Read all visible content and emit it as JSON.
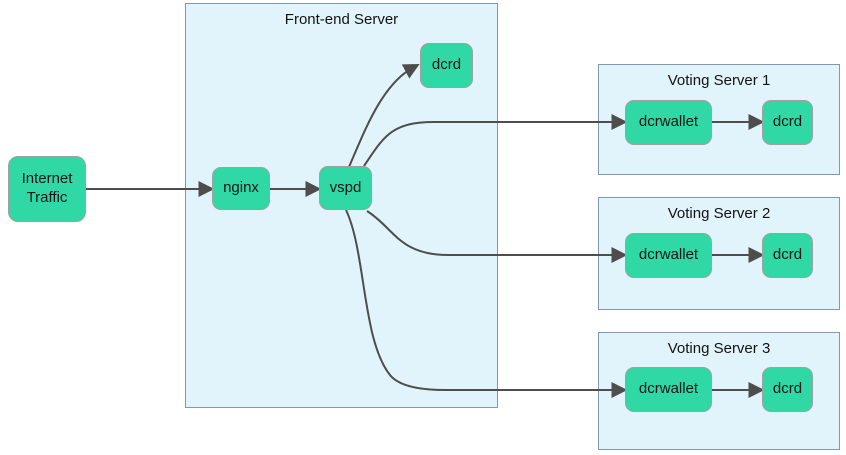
{
  "diagram": {
    "containers": {
      "front_end": {
        "title": "Front-end Server"
      },
      "voting_server_1": {
        "title": "Voting Server 1"
      },
      "voting_server_2": {
        "title": "Voting Server 2"
      },
      "voting_server_3": {
        "title": "Voting Server 3"
      }
    },
    "nodes": {
      "internet_traffic": {
        "label": "Internet Traffic"
      },
      "nginx": {
        "label": "nginx"
      },
      "vspd": {
        "label": "vspd"
      },
      "dcrd_frontend": {
        "label": "dcrd"
      },
      "dcrwallet_1": {
        "label": "dcrwallet"
      },
      "dcrd_1": {
        "label": "dcrd"
      },
      "dcrwallet_2": {
        "label": "dcrwallet"
      },
      "dcrd_2": {
        "label": "dcrd"
      },
      "dcrwallet_3": {
        "label": "dcrwallet"
      },
      "dcrd_3": {
        "label": "dcrd"
      }
    },
    "edges": [
      {
        "from": "internet_traffic",
        "to": "nginx"
      },
      {
        "from": "nginx",
        "to": "vspd"
      },
      {
        "from": "vspd",
        "to": "dcrd_frontend"
      },
      {
        "from": "vspd",
        "to": "dcrwallet_1"
      },
      {
        "from": "vspd",
        "to": "dcrwallet_2"
      },
      {
        "from": "vspd",
        "to": "dcrwallet_3"
      },
      {
        "from": "dcrwallet_1",
        "to": "dcrd_1"
      },
      {
        "from": "dcrwallet_2",
        "to": "dcrd_2"
      },
      {
        "from": "dcrwallet_3",
        "to": "dcrd_3"
      }
    ],
    "colors": {
      "node_fill": "#2fd8a4",
      "node_border": "#a0a0a0",
      "container_fill": "#e1f3fb",
      "container_border": "#8498ab",
      "edge": "#4d4d4d",
      "text": "#141414"
    }
  }
}
